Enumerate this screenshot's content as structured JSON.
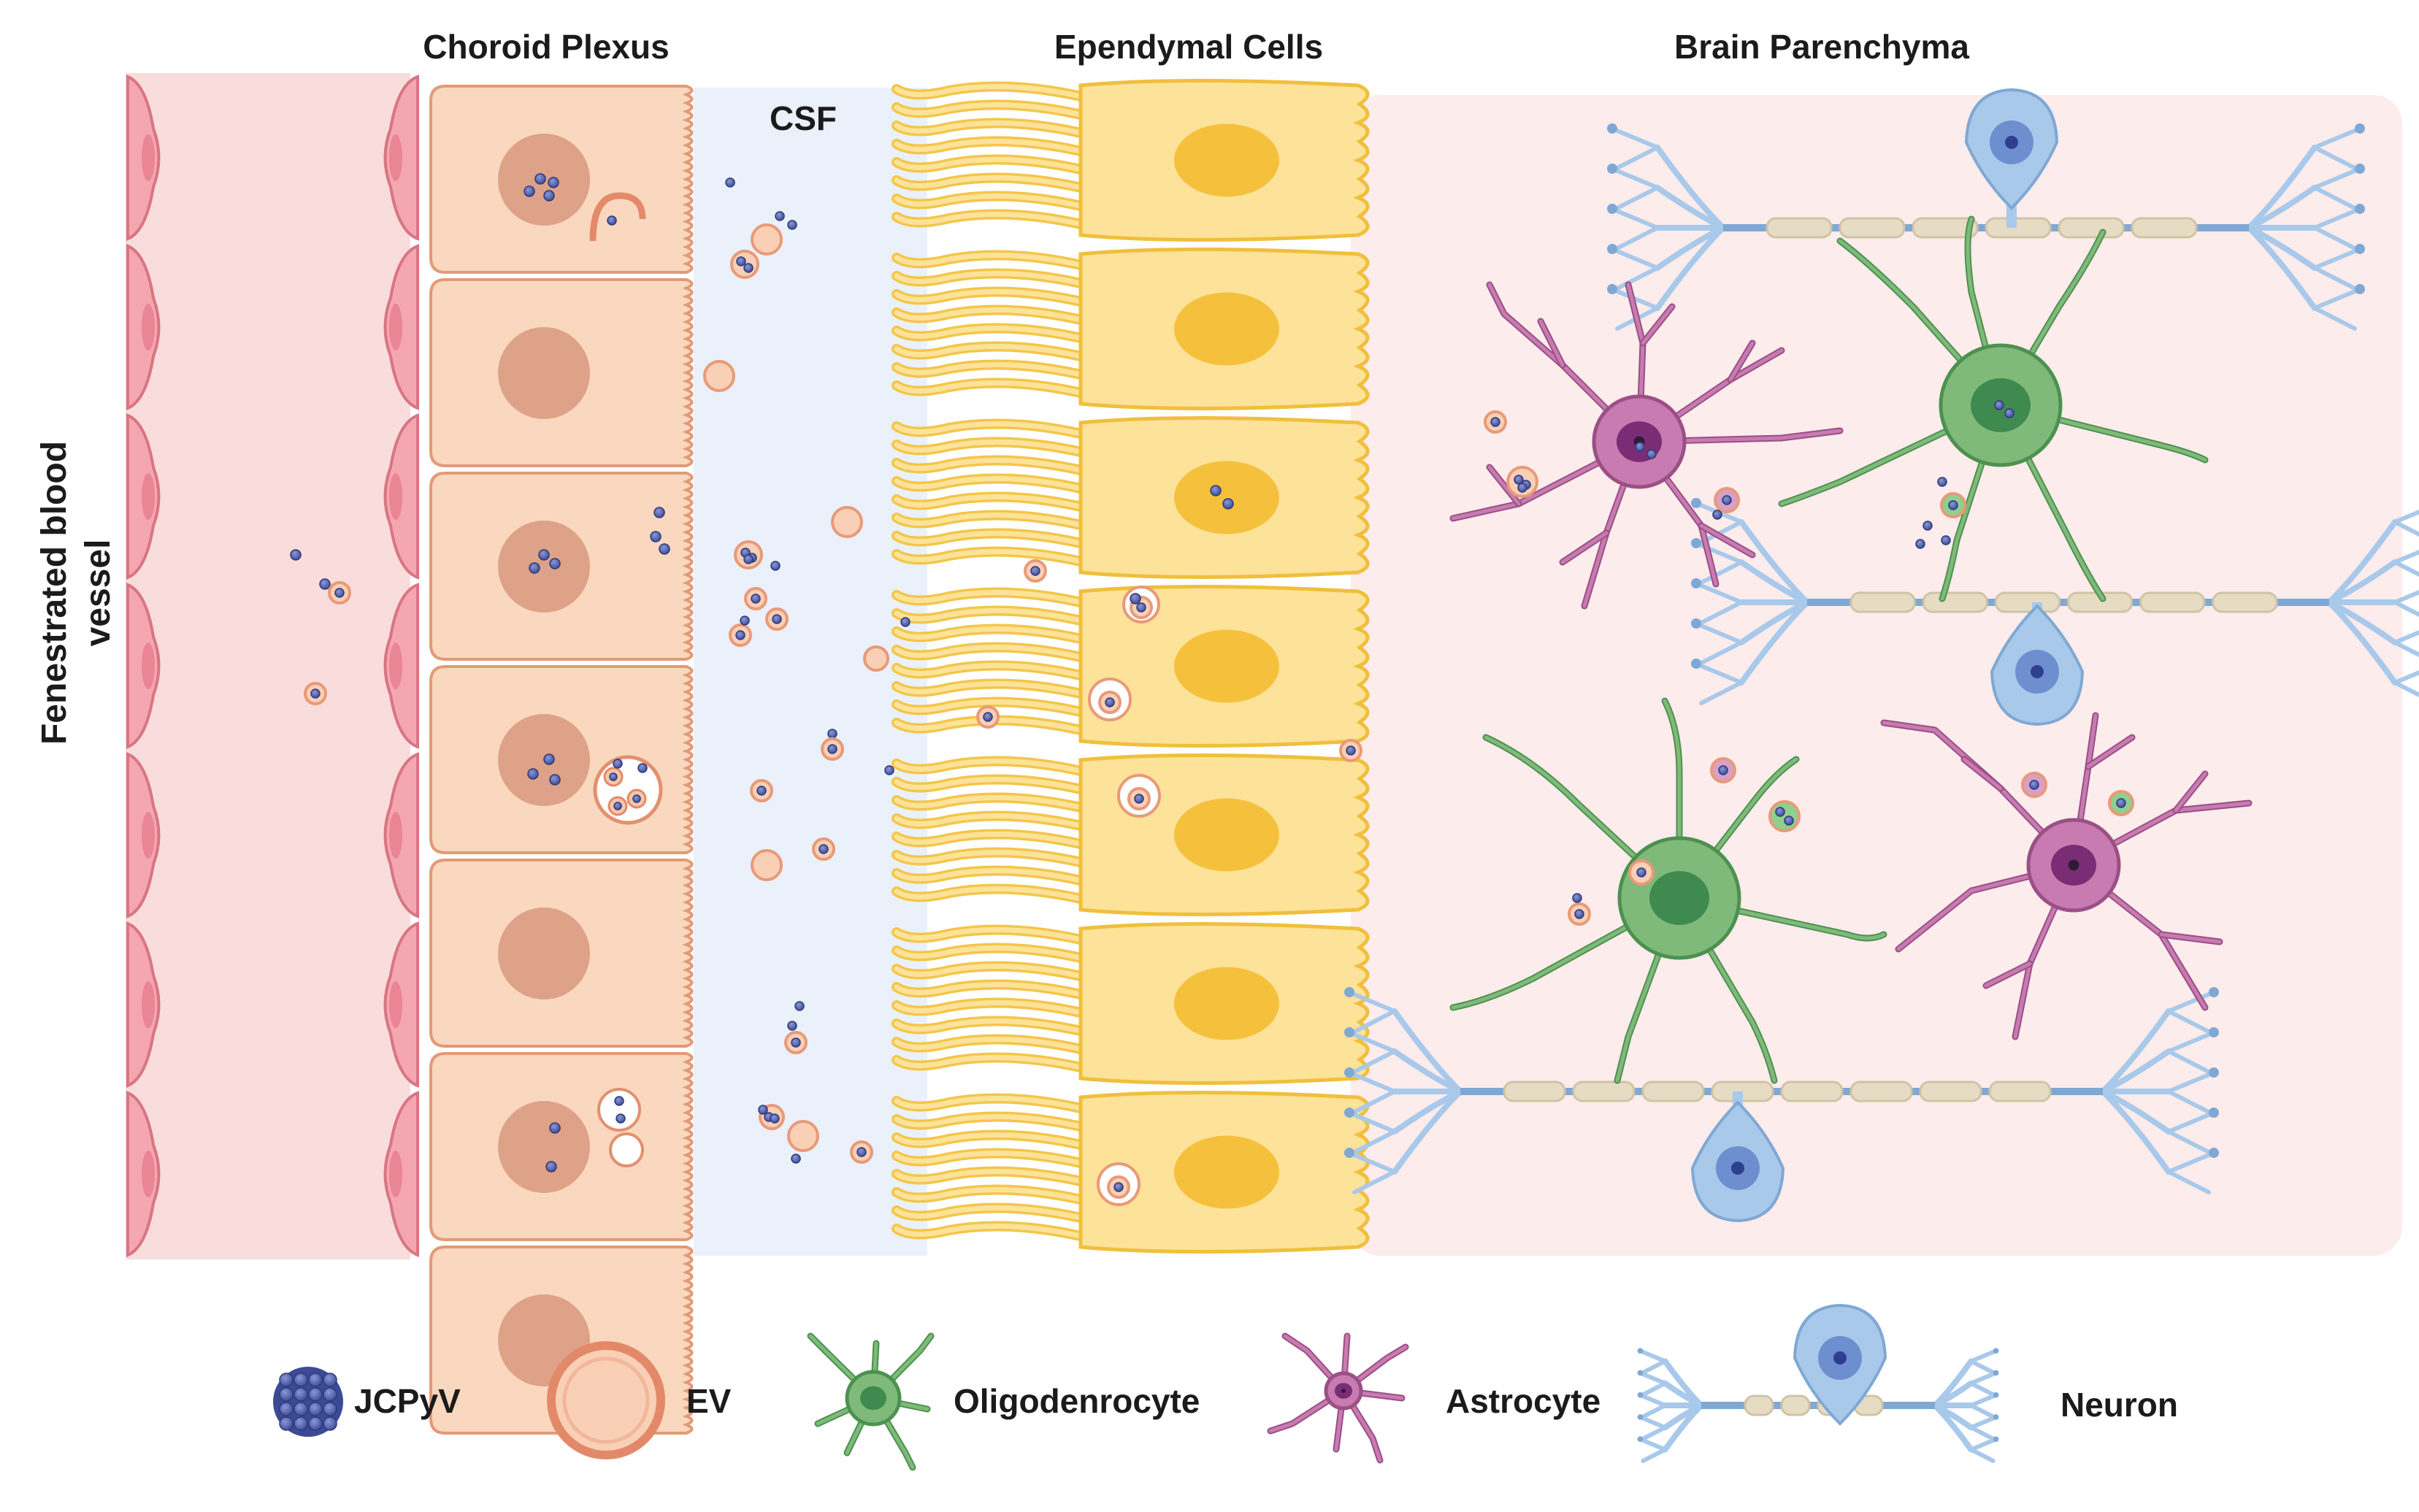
{
  "title_row": {
    "choroid_plexus": "Choroid Plexus",
    "ependymal_cells": "Ependymal Cells",
    "brain_parenchyma": "Brain Parenchyma"
  },
  "csf_label": "CSF",
  "side_label": {
    "line1": "Fenestrated blood",
    "line2": "vessel"
  },
  "legend": [
    {
      "key": "jcpyv",
      "label": "JCPyV",
      "icon": "jcpyv-virion-icon"
    },
    {
      "key": "ev",
      "label": "EV",
      "icon": "extracellular-vesicle-icon"
    },
    {
      "key": "oligo",
      "label": "Oligodenrocyte",
      "icon": "oligodendrocyte-icon"
    },
    {
      "key": "astro",
      "label": "Astrocyte",
      "icon": "astrocyte-icon"
    },
    {
      "key": "neuron",
      "label": "Neuron",
      "icon": "neuron-icon"
    }
  ],
  "colors": {
    "vessel_bg": "#f9dcdc",
    "endothelium": "#f4a7b0",
    "choroid_cell": "#f9d8bf",
    "csf": "#eaf1fa",
    "ependymal": "#fde29a",
    "ependymal_nucleus": "#f5c13c",
    "parenchyma": "#fdecec",
    "virus": "#4a5aa8",
    "ev": "#f9d0b6",
    "ev_border": "#e89a78",
    "oligodendrocyte": "#7fba7a",
    "astrocyte": "#c77bb0",
    "neuron": "#a9c9ea",
    "myelin": "#e6dcc4"
  }
}
